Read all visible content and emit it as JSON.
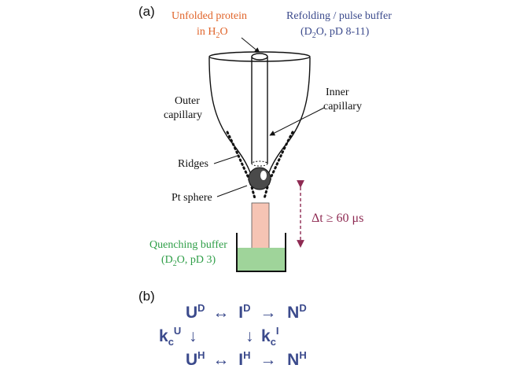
{
  "panel_a": {
    "label": "(a)",
    "unfolded_protein": {
      "line1": "Unfolded protein",
      "line2_prefix": "in H",
      "line2_sub": "2",
      "line2_suffix": "O"
    },
    "refolding_buffer": {
      "line1": "Refolding / pulse buffer",
      "line2_prefix": "(D",
      "line2_sub": "2",
      "line2_suffix": "O, pD 8-11)"
    },
    "outer_capillary": {
      "line1": "Outer",
      "line2": "capillary"
    },
    "inner_capillary": {
      "line1": "Inner",
      "line2": "capillary"
    },
    "ridges": "Ridges",
    "pt_sphere": "Pt sphere",
    "delta_t": "Δt ≥ 60 μs",
    "quenching_buffer": {
      "line1": "Quenching buffer",
      "line2_prefix": "(D",
      "line2_sub": "2",
      "line2_suffix": "O, pD 3)"
    }
  },
  "panel_b": {
    "label": "(b)",
    "row1": {
      "u": "U",
      "u_sup": "D",
      "arrow1": "↔",
      "i": "I",
      "i_sup": "D",
      "arrow2": "→",
      "n": "N",
      "n_sup": "D"
    },
    "row2": {
      "kc_left": "k",
      "kc_left_sub": "c",
      "kc_left_sup": "U",
      "down_left": "↓",
      "down_right": "↓",
      "kc_right": "k",
      "kc_right_sub": "c",
      "kc_right_sup": "I"
    },
    "row3": {
      "u": "U",
      "u_sup": "H",
      "arrow1": "↔",
      "i": "I",
      "i_sup": "H",
      "arrow2": "→",
      "n": "N",
      "n_sup": "H"
    }
  },
  "colors": {
    "protein_label": "#e0642a",
    "buffer_label": "#3b4a8c",
    "quench_label": "#2e9e47",
    "quench_fill": "#9fd49a",
    "jet_fill": "#f6c4b4",
    "delta_t": "#8e2a52",
    "scheme": "#3b4a8c"
  }
}
